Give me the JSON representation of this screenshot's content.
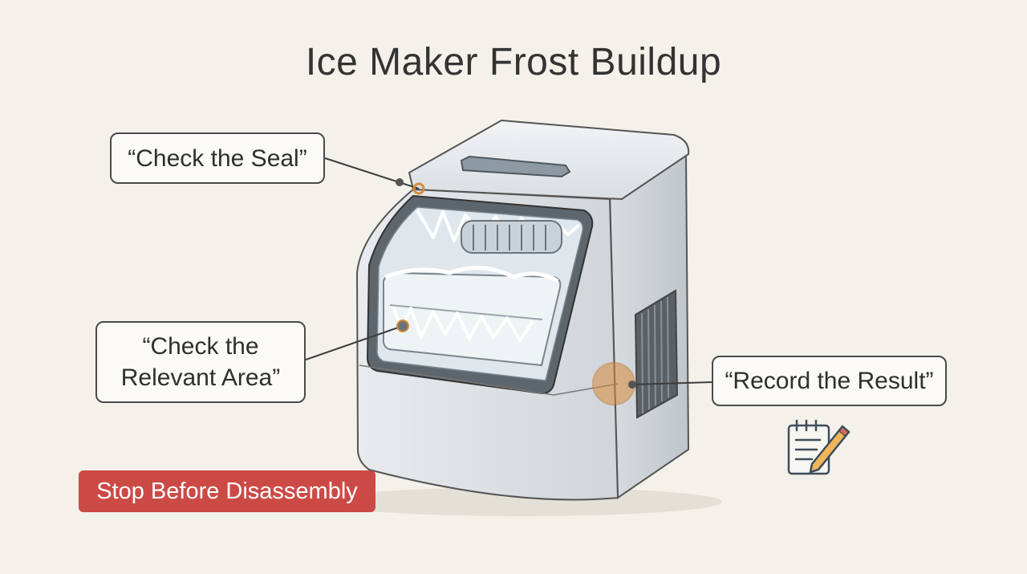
{
  "title": "Ice Maker Frost Buildup",
  "callouts": {
    "seal": "“Check the Seal”",
    "area": "“Check the Relevant Area”",
    "result": "“Record the Result”"
  },
  "warning": "Stop Before Disassembly",
  "icons": {
    "notepad": "notepad-pencil-icon"
  },
  "colors": {
    "background": "#f3f1ea",
    "warning": "#cc4a45",
    "marker_orange": "#d98a3a",
    "outline": "#4a4a4a"
  }
}
